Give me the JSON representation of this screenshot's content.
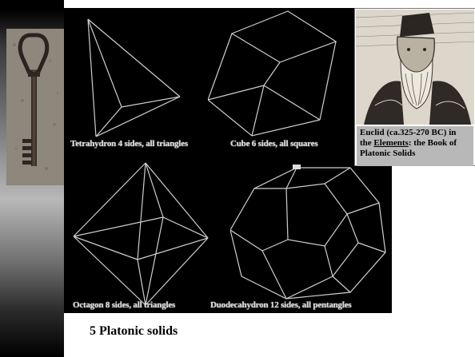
{
  "slide": {
    "title": "5 Platonic solids"
  },
  "solids": [
    {
      "id": "tetrahedron",
      "caption": "Tetrahydron 4 sides, all triangles"
    },
    {
      "id": "cube",
      "caption": "Cube 6 sides, all squares"
    },
    {
      "id": "octahedron",
      "caption": "Octagon 8 sides, all triangles"
    },
    {
      "id": "dodecahedron",
      "caption": "Duodecahydron 12 sides, all pentangles"
    }
  ],
  "portrait": {
    "caption_line1": "Euclid (ca.325-270 BC) in",
    "caption_the": "the ",
    "caption_book": "Elements",
    "caption_rest": ": the Book of",
    "caption_line3": "Platonic Solids"
  },
  "colors": {
    "panel_background": "#000000",
    "wireframe": "#cfcfcf",
    "caption_box": "#b8b8b8"
  },
  "icons": {
    "key_image": "antique-key-icon",
    "portrait_image": "euclid-portrait-icon"
  }
}
